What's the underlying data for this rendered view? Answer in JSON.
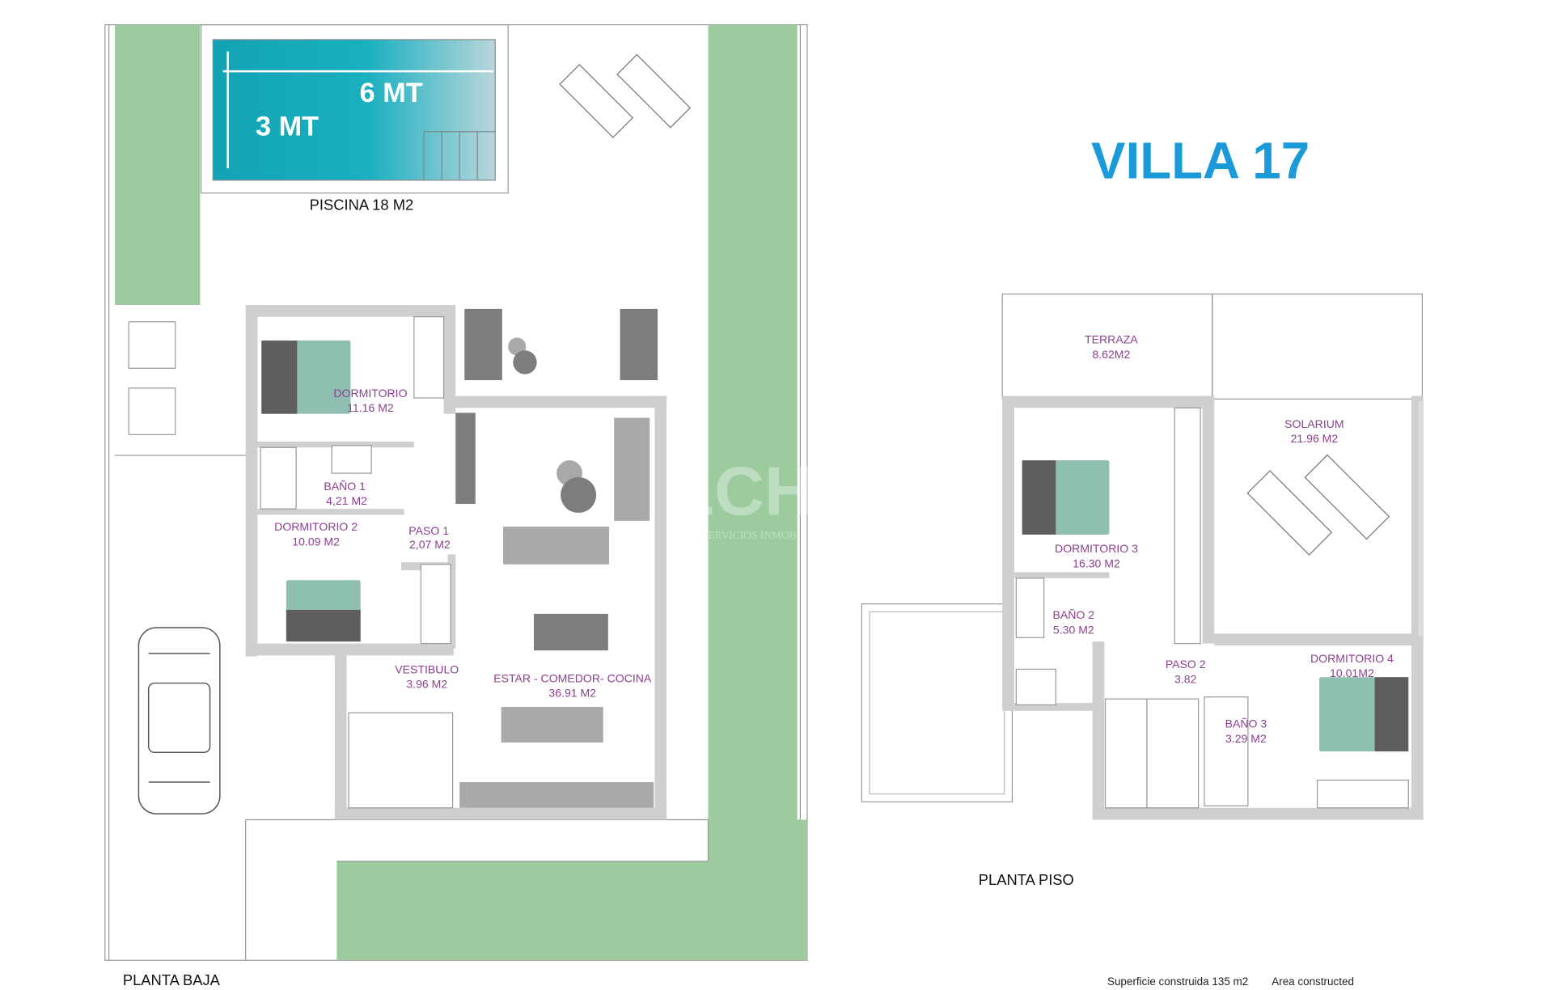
{
  "title": "VILLA 17",
  "colors": {
    "title": "#1a9ad8",
    "room_labels": "#8b3f8f",
    "garden": "#9ccc9e",
    "pool": "#18a7b8",
    "beds": "#8fbfb0"
  },
  "watermark": {
    "logo": "LCHI",
    "text": "SERVICIOS INMOBILIARIOS"
  },
  "ground_floor": {
    "caption": "PLANTA BAJA",
    "pool": {
      "label": "PISCINA 18 M2",
      "length": "6 MT",
      "width": "3 MT"
    },
    "rooms": [
      {
        "name": "DORMITORIO",
        "area": "11.16 M2"
      },
      {
        "name": "BAÑO 1",
        "area": "4,21 M2"
      },
      {
        "name": "DORMITORIO 2",
        "area": "10.09 M2"
      },
      {
        "name": "PASO 1",
        "area": "2,07 M2"
      },
      {
        "name": "VESTIBULO",
        "area": "3.96 M2"
      },
      {
        "name": "ESTAR - COMEDOR- COCINA",
        "area": "36.91 M2"
      }
    ]
  },
  "upper_floor": {
    "caption": "PLANTA PISO",
    "rooms": [
      {
        "name": "TERRAZA",
        "area": "8.62M2"
      },
      {
        "name": "SOLARIUM",
        "area": "21.96 M2"
      },
      {
        "name": "DORMITORIO 3",
        "area": "16.30 M2"
      },
      {
        "name": "BAÑO 2",
        "area": "5.30 M2"
      },
      {
        "name": "PASO 2",
        "area": "3.82"
      },
      {
        "name": "DORMITORIO 4",
        "area": "10.01M2"
      },
      {
        "name": "BAÑO 3",
        "area": "3.29 M2"
      }
    ]
  },
  "footer": {
    "built_area": "Superficie construida  135 m2",
    "built_area_en": "Area constructed"
  }
}
